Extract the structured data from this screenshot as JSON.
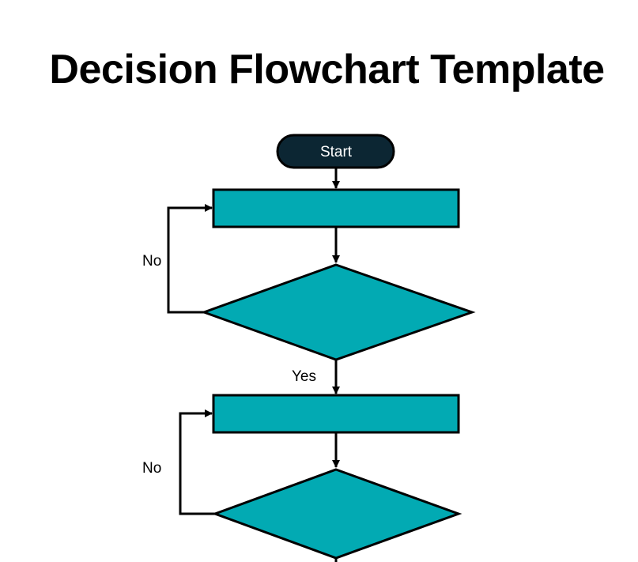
{
  "title": "Decision Flowchart Template",
  "colors": {
    "terminal_fill": "#0c2633",
    "shape_fill": "#02aab3",
    "stroke": "#000000",
    "text_on_terminal": "#ffffff"
  },
  "nodes": {
    "start": {
      "label": "Start",
      "shape": "terminal"
    },
    "process_1": {
      "label": "",
      "shape": "process"
    },
    "decision_1": {
      "label": "",
      "shape": "decision"
    },
    "process_2": {
      "label": "",
      "shape": "process"
    },
    "decision_2": {
      "label": "",
      "shape": "decision"
    }
  },
  "edges": {
    "loop_1_label": "No",
    "yes_1_label": "Yes",
    "loop_2_label": "No"
  }
}
